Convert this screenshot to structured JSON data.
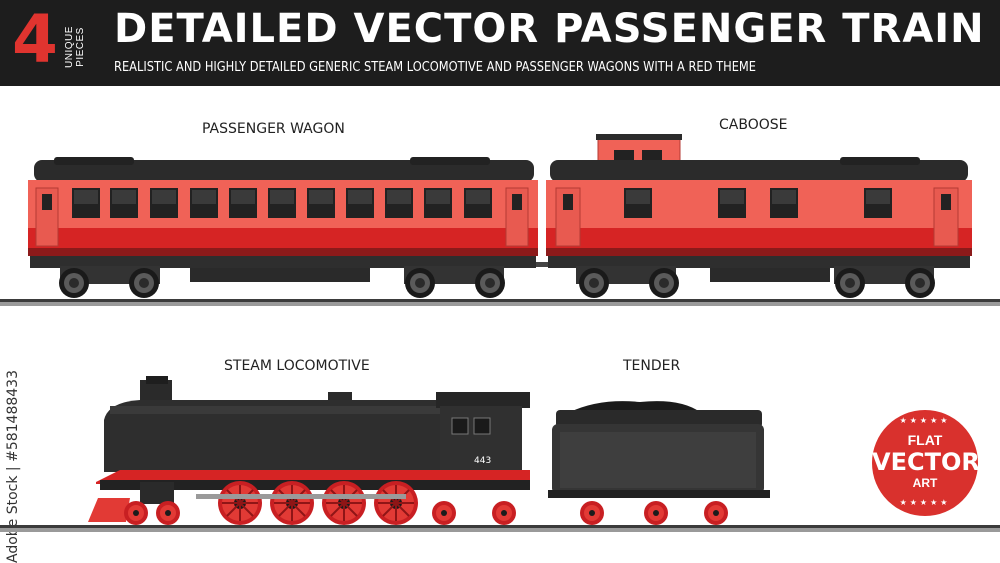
{
  "header": {
    "count": "4",
    "count_caption": "UNIQUE PIECES",
    "title": "DETAILED VECTOR PASSENGER TRAIN",
    "subtitle": "REALISTIC AND HIGHLY DETAILED GENERIC STEAM LOCOMOTIVE AND PASSENGER WAGONS WITH A RED THEME"
  },
  "labels": {
    "passenger_wagon": "PASSENGER WAGON",
    "caboose": "CABOOSE",
    "steam_locomotive": "STEAM LOCOMOTIVE",
    "tender": "TENDER"
  },
  "locomotive_number": "443",
  "watermark": "Adobe Stock | #581488433",
  "badge": {
    "line1": "FLAT",
    "line2": "VECTOR",
    "line3": "ART",
    "stars": "★★★★★"
  },
  "colors": {
    "header_bg": "#1d1d1d",
    "accent_red": "#e0342f",
    "wagon_red": "#f06257",
    "wagon_dark_red": "#d62424",
    "roof": "#2b2b2b",
    "loco_body": "#2e2e2e",
    "wheel_red": "#d9262a"
  }
}
